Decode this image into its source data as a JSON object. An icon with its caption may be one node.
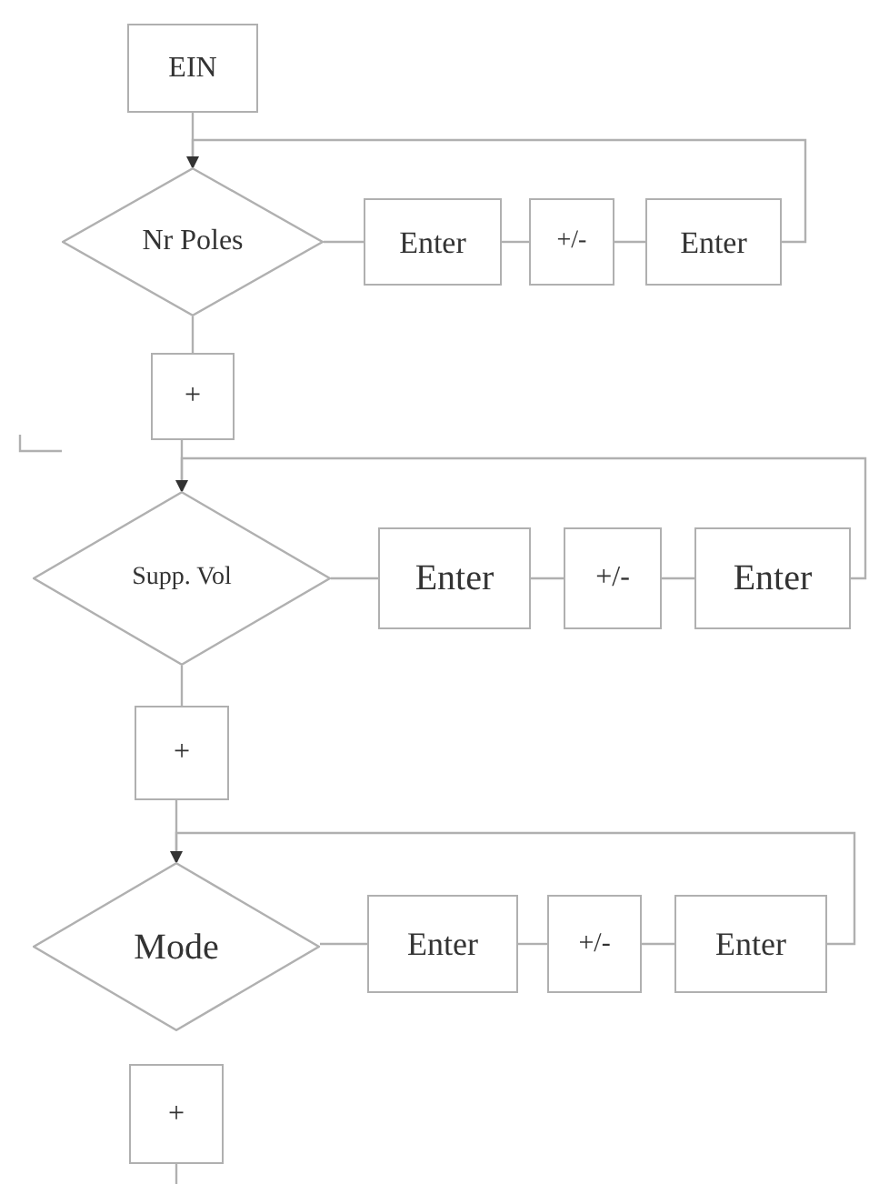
{
  "diagram": {
    "nodes": [
      {
        "text": [
          "EIN"
        ]
      },
      {
        "text": [
          "Nr Poles"
        ]
      },
      {
        "text": [
          "Enter"
        ]
      },
      {
        "text": [
          "+/-"
        ]
      },
      {
        "text": [
          "Enter"
        ]
      },
      {
        "text": [
          "+"
        ]
      },
      {
        "text": [
          "Supp. Vol"
        ]
      },
      {
        "text": [
          "Enter"
        ]
      },
      {
        "text": [
          "+/-"
        ]
      },
      {
        "text": [
          "Enter"
        ]
      },
      {
        "text": [
          "+"
        ]
      },
      {
        "text": [
          "Mode"
        ]
      },
      {
        "text": [
          "Enter"
        ]
      },
      {
        "text": [
          "+/-"
        ]
      },
      {
        "text": [
          "Enter"
        ]
      },
      {
        "text": [
          "+"
        ]
      }
    ],
    "edges": [
      {
        "from": 0,
        "to": 1,
        "arrow": "none"
      },
      {
        "from": 1,
        "to": 2,
        "arrow": "none"
      },
      {
        "from": 2,
        "to": 3,
        "arrow": "none"
      },
      {
        "from": 3,
        "to": 4,
        "arrow": "none"
      },
      {
        "from": 4,
        "to": 1,
        "arrow": "to"
      },
      {
        "from": 1,
        "to": 5,
        "arrow": "none"
      },
      {
        "from": 5,
        "to": 6,
        "arrow": "none"
      },
      {
        "from": 6,
        "to": 7,
        "arrow": "none"
      },
      {
        "from": 7,
        "to": 8,
        "arrow": "none"
      },
      {
        "from": 8,
        "to": 9,
        "arrow": "none"
      },
      {
        "from": 9,
        "to": 6,
        "arrow": "to"
      },
      {
        "from": 6,
        "to": 10,
        "arrow": "none"
      },
      {
        "from": 10,
        "to": 11,
        "arrow": "none"
      },
      {
        "from": 11,
        "to": 12,
        "arrow": "none"
      },
      {
        "from": 12,
        "to": 13,
        "arrow": "none"
      },
      {
        "from": 13,
        "to": 14,
        "arrow": "none"
      },
      {
        "from": 14,
        "to": 11,
        "arrow": "to"
      },
      {
        "from": 15,
        "to": null,
        "arrow": "none"
      }
    ]
  }
}
